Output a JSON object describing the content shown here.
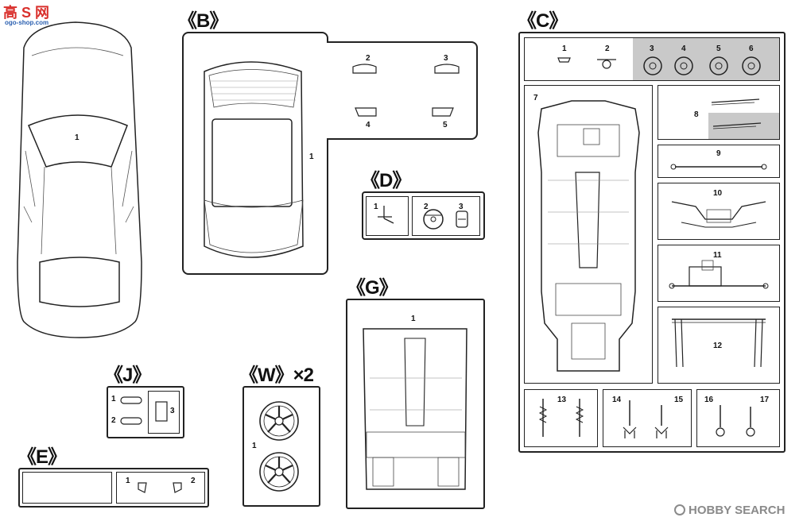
{
  "watermark_top": {
    "logo_text": "高 S 网",
    "url": "ogo-shop.com"
  },
  "watermark_bottom": {
    "brand": "HOBBY SEARCH"
  },
  "sprues": {
    "A": {
      "parts": [
        "1"
      ]
    },
    "B": {
      "label": "《B》",
      "parts": [
        "1",
        "2",
        "3",
        "4",
        "5"
      ]
    },
    "C": {
      "label": "《C》",
      "parts": [
        "1",
        "2",
        "3",
        "4",
        "5",
        "6",
        "7",
        "8",
        "9",
        "10",
        "11",
        "12",
        "13",
        "14",
        "15",
        "16",
        "17"
      ]
    },
    "D": {
      "label": "《D》",
      "parts": [
        "1",
        "2",
        "3"
      ]
    },
    "G": {
      "label": "《G》",
      "parts": [
        "1"
      ]
    },
    "J": {
      "label": "《J》",
      "parts": [
        "1",
        "2",
        "3"
      ]
    },
    "W": {
      "label": "《W》×2",
      "parts": [
        "1"
      ]
    },
    "E": {
      "label": "《E》",
      "parts": [
        "1",
        "2"
      ]
    }
  },
  "colors": {
    "line": "#222222",
    "shaded": "#c9c9c9",
    "watermark_red": "#d9302c",
    "watermark_blue": "#2a5fb0",
    "hobbysearch_gray": "#8a8a8a"
  }
}
